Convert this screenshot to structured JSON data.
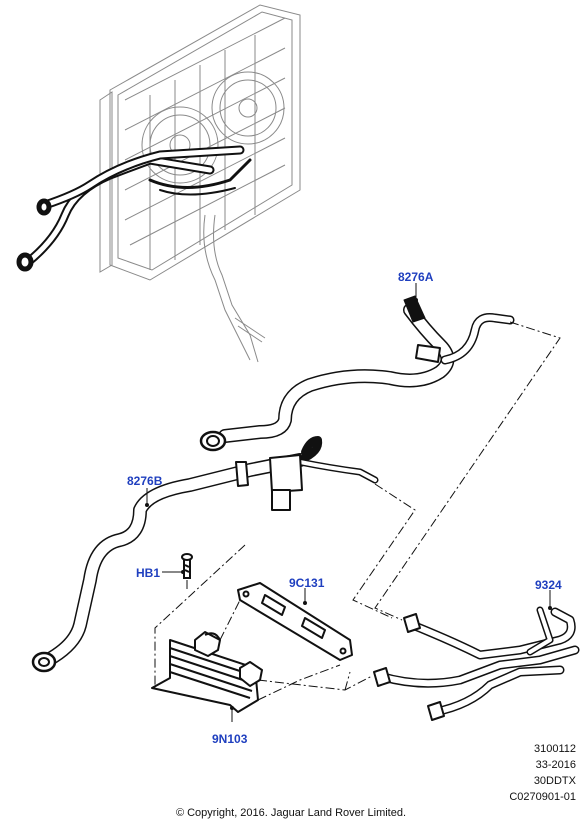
{
  "callouts": {
    "c8276A": "8276A",
    "c8276B": "8276B",
    "cHB1": "HB1",
    "c9C131": "9C131",
    "c9324": "9324",
    "c9N103": "9N103"
  },
  "reference": {
    "line1": "3100112",
    "line2": "33-2016",
    "line3": "30DDTX",
    "line4": "C0270901-01"
  },
  "copyright": "© Copyright, 2016. Jaguar Land Rover Limited.",
  "colors": {
    "callout": "#1f3fbf",
    "line_art": "#111111",
    "radiator_art": "#8a8a8a"
  }
}
